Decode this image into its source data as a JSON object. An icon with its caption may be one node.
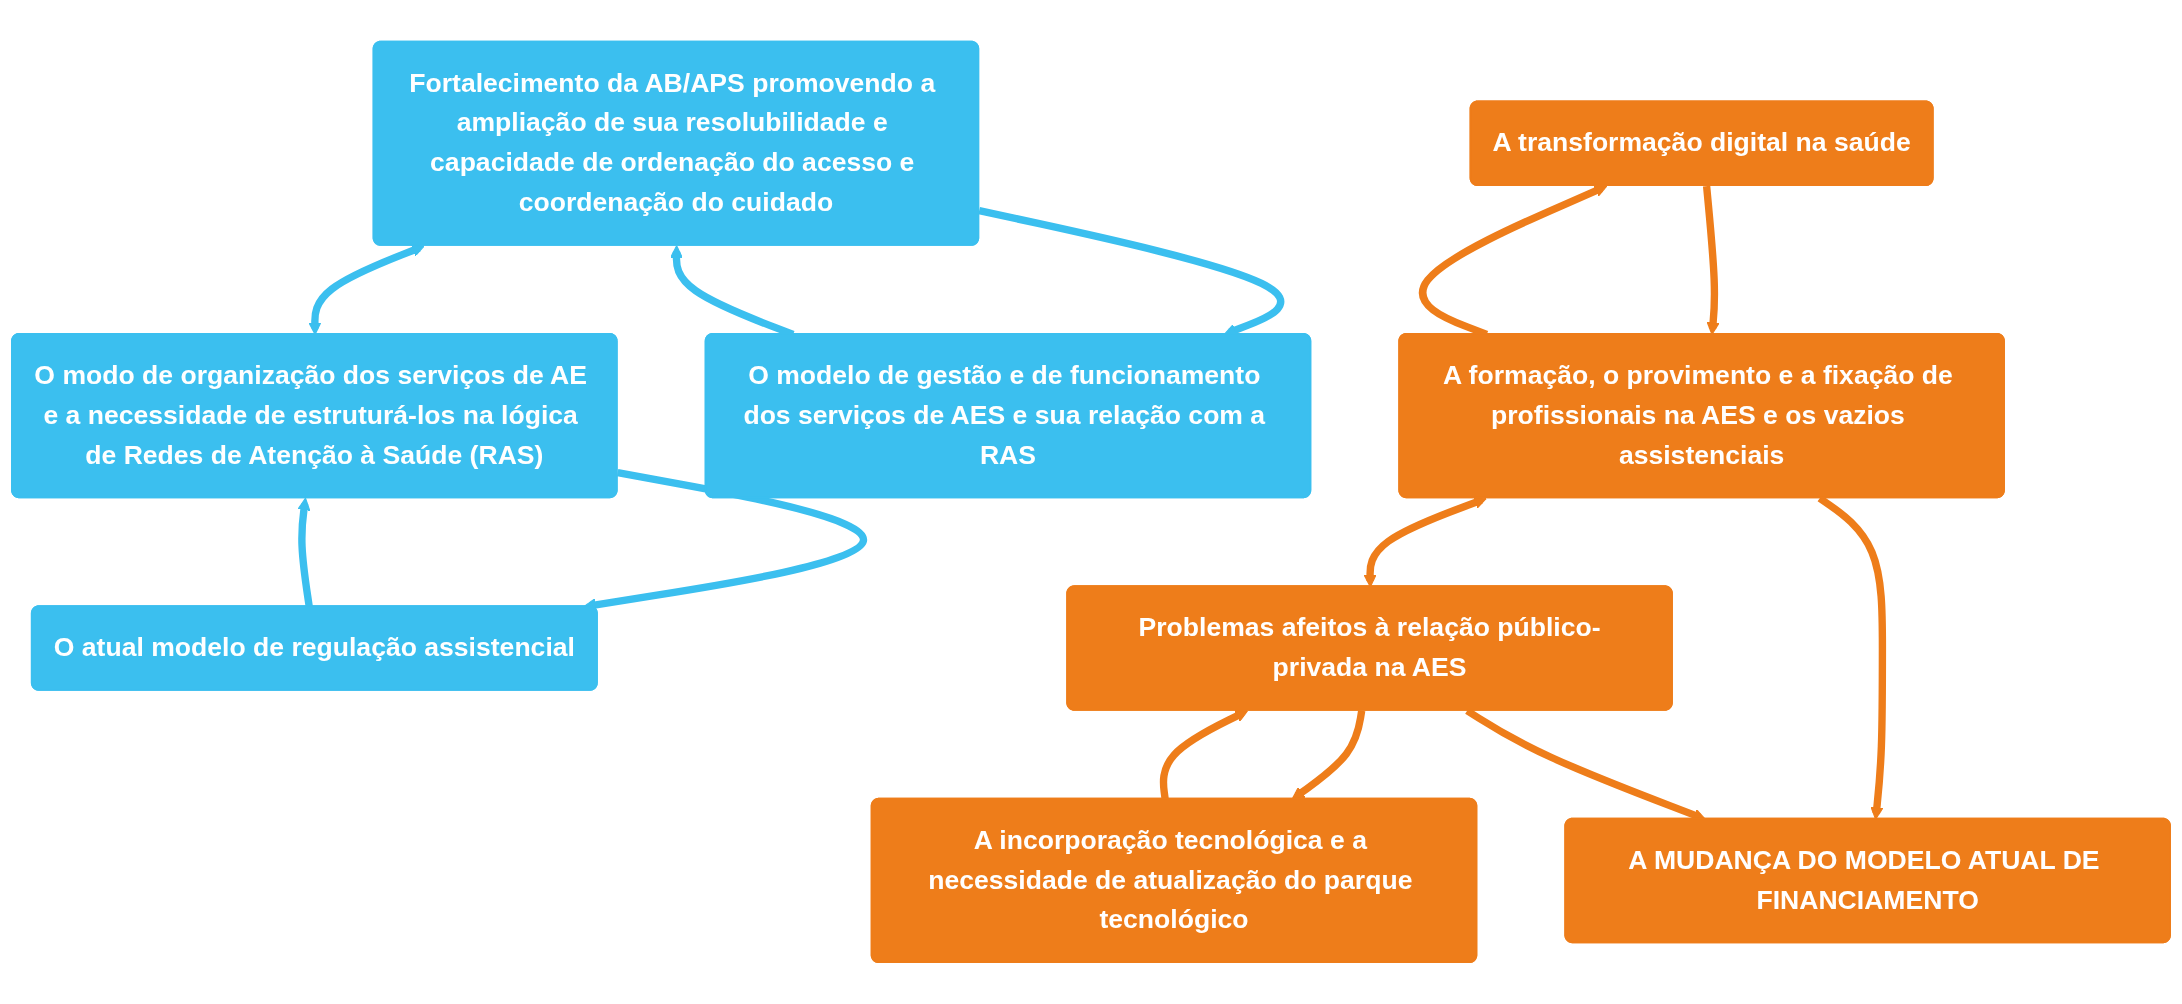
{
  "diagram": {
    "nodes": [
      {
        "text": [
          "Fortalecimento da AB/APS promovendo a ampliação de sua resolubilidade e capacidade de ordenação do acesso e coordenação do cuidado"
        ]
      },
      {
        "text": [
          "O modo de organização dos serviços de AE e a necessidade de estruturá-los na lógica de Redes de Atenção à Saúde (RAS)"
        ]
      },
      {
        "text": [
          "O modelo de gestão e de funcionamento dos serviços de AES e sua relação com a RAS"
        ]
      },
      {
        "text": [
          "O atual modelo de regulação assistencial"
        ]
      },
      {
        "text": [
          "A transformação digital na saúde"
        ]
      },
      {
        "text": [
          "A incorporação tecnológica e a necessidade de atualização do parque tecnológico"
        ]
      },
      {
        "text": [
          "A formação, o provimento e a fixação de profissionais na AES e os vazios assistenciais"
        ]
      },
      {
        "text": [
          "Problemas afeitos à relação público-privada na AES"
        ]
      },
      {
        "text": [
          "A MUDANÇA DO MODELO ATUAL DE FINANCIAMENTO"
        ]
      }
    ],
    "edges": [
      {
        "from": 0,
        "to": 1,
        "arrow": "both",
        "color": "#3bbfef"
      },
      {
        "from": 0,
        "to": 2,
        "arrow": "to",
        "color": "#3bbfef"
      },
      {
        "from": 2,
        "to": 0,
        "arrow": "to",
        "color": "#3bbfef"
      },
      {
        "from": 1,
        "to": 3,
        "arrow": "to",
        "color": "#3bbfef"
      },
      {
        "from": 3,
        "to": 1,
        "arrow": "to",
        "color": "#3bbfef"
      },
      {
        "from": 4,
        "to": 6,
        "arrow": "to"
      },
      {
        "from": 6,
        "to": 4,
        "arrow": "to"
      },
      {
        "from": 5,
        "to": 7,
        "arrow": "to"
      },
      {
        "from": 7,
        "to": 5,
        "arrow": "to"
      },
      {
        "from": 6,
        "to": 7,
        "arrow": "both"
      },
      {
        "from": 6,
        "to": 8,
        "arrow": "to"
      },
      {
        "from": 7,
        "to": 8,
        "arrow": "to"
      }
    ]
  }
}
